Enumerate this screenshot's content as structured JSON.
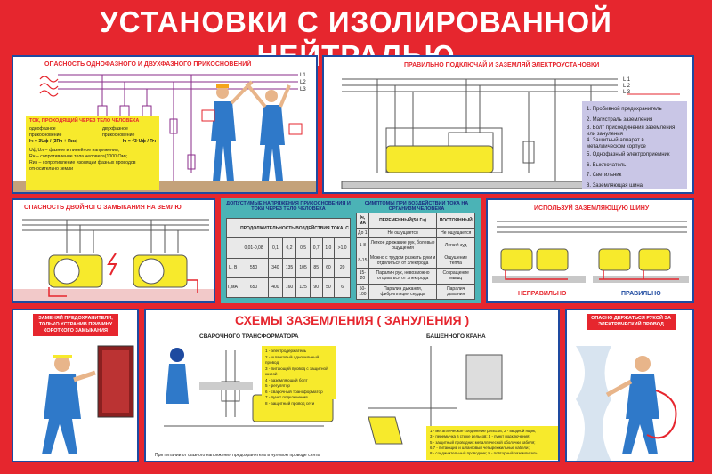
{
  "header": {
    "title": "УСТАНОВКИ С ИЗОЛИРОВАННОЙ НЕЙТРАЛЬЮ"
  },
  "panel1": {
    "title": "ОПАСНОСТЬ ОДНОФАЗНОГО И ДВУХФАЗНОГО ПРИКОСНОВЕНИЙ",
    "yellow_title": "ТОК, ПРОХОДЯЩИЙ ЧЕРЕЗ ТЕЛО ЧЕЛОВЕКА",
    "single_label": "однофазное прикосновение",
    "double_label": "двухфазное прикосновение",
    "formula1": "Iч = 3Uф / (3Rч + Rиз)",
    "formula2": "Iч = √3·Uф / Rч",
    "note1": "Uф,Uл – фазное и линейное напряжения;",
    "note2": "Rч – сопротивление тела человека(1000 Ом);",
    "note3": "Rиз – сопротивление изоляции фазных проводов относительно земли",
    "lines": [
      "L1",
      "L2",
      "L3"
    ]
  },
  "panel2": {
    "title": "ПРАВИЛЬНО ПОДКЛЮЧАЙ И ЗАЗЕМЛЯЙ ЭЛЕКТРОУСТАНОВКИ",
    "lines": [
      "L 1",
      "L 2",
      "L 3"
    ],
    "legend": [
      "1. Пробивной предохранитель",
      "2. Магистраль заземления",
      "3. Болт присоединения заземления или зануления",
      "4. Защитный аппарат в металлическом корпусе",
      "5. Однофазный электроприемник",
      "6. Выключатель",
      "7. Светильник",
      "8. Заземляющая шина"
    ],
    "numbers": [
      "1",
      "2",
      "3",
      "4",
      "5",
      "6",
      "7",
      "8"
    ]
  },
  "panel3": {
    "title": "ОПАСНОСТЬ ДВОЙНОГО ЗАМЫКАНИЯ НА ЗЕМЛЮ"
  },
  "panel4": {
    "left_title": "ДОПУСТИМЫЕ НАПРЯЖЕНИЯ ПРИКОСНОВЕНИЯ И ТОКИ ЧЕРЕЗ ТЕЛО ЧЕЛОВЕКА",
    "right_title": "СИМПТОМЫ ПРИ ВОЗДЕЙСТВИИ ТОКА НА ОРГАНИЗМ ЧЕЛОВЕКА",
    "duration_header": "ПРОДОЛЖИТЕЛЬНОСТЬ ВОЗДЕЙСТВИЯ ТОКА, С",
    "durations": [
      "0,01-0,08",
      "0,1",
      "0,2",
      "0,5",
      "0,7",
      "1,0",
      ">1,0"
    ],
    "u_label": "U, В",
    "u_values": [
      "550",
      "340",
      "135",
      "105",
      "85",
      "60",
      "20"
    ],
    "i_label": "I, мА",
    "i_values": [
      "650",
      "400",
      "160",
      "125",
      "90",
      "50",
      "6"
    ],
    "sym_headers": [
      "Iч, мА",
      "ПЕРЕМЕННЫЙ(50 Гц)",
      "ПОСТОЯННЫЙ"
    ],
    "sym_rows": [
      [
        "До 1",
        "Не ощущается",
        "Не ощущается"
      ],
      [
        "1-8",
        "Легкое дрожание рук, болевые ощущения",
        "Легкий зуд"
      ],
      [
        "8-15",
        "Можно с трудом разжать руки и отделиться от электрода",
        "Ощущение тепла"
      ],
      [
        "15-20",
        "Паралич рук, невозможно оторваться от электрода",
        "Сокращение мышц"
      ],
      [
        "50-100",
        "Паралич дыхания, фибрилляция сердца",
        "Паралич дыхания"
      ]
    ]
  },
  "panel5": {
    "title": "ИСПОЛЬЗУЙ ЗАЗЕМЛЯЮЩУЮ ШИНУ",
    "wrong": "НЕПРАВИЛЬНО",
    "right": "ПРАВИЛЬНО"
  },
  "panel6": {
    "title": "ЗАМЕНЯЙ ПРЕДОХРАНИТЕЛИ, ТОЛЬКО УСТРАНИВ ПРИЧИНУ КОРОТКОГО ЗАМЫКАНИЯ"
  },
  "panel7": {
    "title": "СХЕМЫ  ЗАЗЕМЛЕНИЯ  ( ЗАНУЛЕНИЯ )",
    "left_caption": "СВАРОЧНОГО ТРАНСФОРМАТОРА",
    "right_caption": "БАШЕННОГО КРАНА",
    "left_legend": [
      "1 - электродержатель",
      "2 - шланговый однокильный провод",
      "3 - питающий провод с защитной жилой",
      "4 - заземляющий болт",
      "5 - регулятор",
      "6 - сварочный трансформатор",
      "7 - пункт подключения",
      "8 - защитный провод сети"
    ],
    "right_legend": [
      "1 - металлическое соединение рельсов; 2 - вводной ящик;",
      "3 - перемычка в стыке рельсов; 4 - пункт подключения;",
      "5 - защитный проводник металлической оболочки кабеля;",
      "6,7 - питающий и шланговый четырехжильные кабели;",
      "8 - соединительный проводник; 9 - повторный заземлитель"
    ],
    "footnote": "При питании от фазного напряжения предохранитель в нулевом проводе снять"
  },
  "panel8": {
    "title": "ОПАСНО ДЕРЖАТЬСЯ РУКОЙ ЗА ЭЛЕКТРИЧЕСКИЙ ПРОВОД"
  },
  "colors": {
    "accent": "#e6262e",
    "blue": "#1e4aa0",
    "yellow": "#f7ea2c",
    "teal": "#4bb3b6",
    "lilac": "#c9c6e6"
  }
}
